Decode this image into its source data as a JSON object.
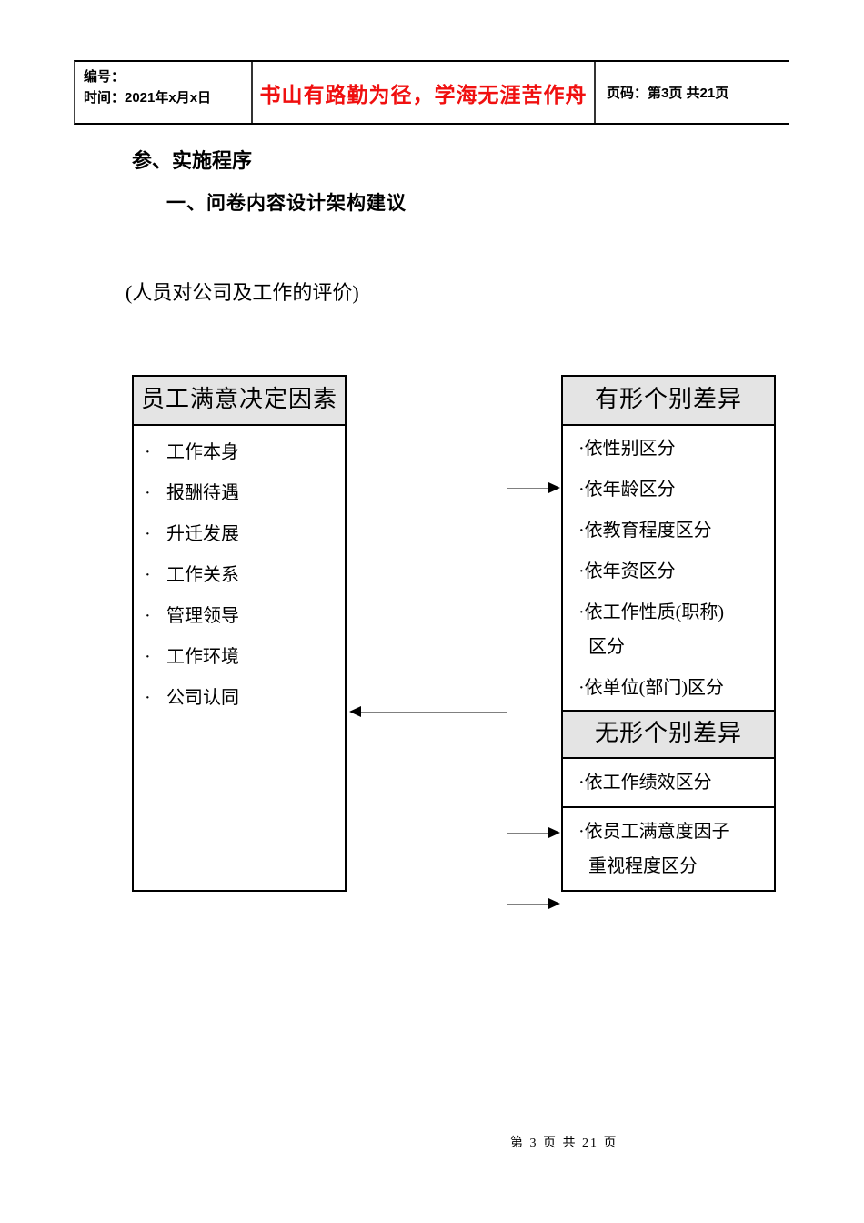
{
  "header_table": {
    "number_label": "编号：",
    "time_label": "时间：2021年x月x日",
    "motto": "书山有路勤为径，学海无涯苦作舟",
    "page_label": "页码：第3页  共21页"
  },
  "headings": {
    "section_title": "参、实施程序",
    "subsection_title": "一、问卷内容设计架构建议",
    "note": "(人员对公司及工作的评价)"
  },
  "diagram": {
    "bullet": "·",
    "left_box": {
      "title": "员工满意决定因素",
      "items": [
        "工作本身",
        "报酬待遇",
        "升迁发展",
        "工作关系",
        "管理领导",
        "工作环境",
        "公司认同"
      ]
    },
    "right_box": {
      "tangible_title": "有形个别差异",
      "tangible_items": [
        [
          "依性别区分"
        ],
        [
          "依年龄区分"
        ],
        [
          "依教育程度区分"
        ],
        [
          "依年资区分"
        ],
        [
          "依工作性质(职称)",
          "区分"
        ],
        [
          "依单位(部门)区分"
        ]
      ],
      "intangible_title": "无形个别差异",
      "intangible_cells": [
        [
          "依工作绩效区分"
        ],
        [
          "依员工满意度因子",
          "重视程度区分"
        ]
      ]
    }
  },
  "footer": {
    "page_text": "第 3 页 共 21 页"
  },
  "colors": {
    "motto_red": "#f01010",
    "header_gray": "#e4e4e4",
    "line_gray": "#808080"
  }
}
